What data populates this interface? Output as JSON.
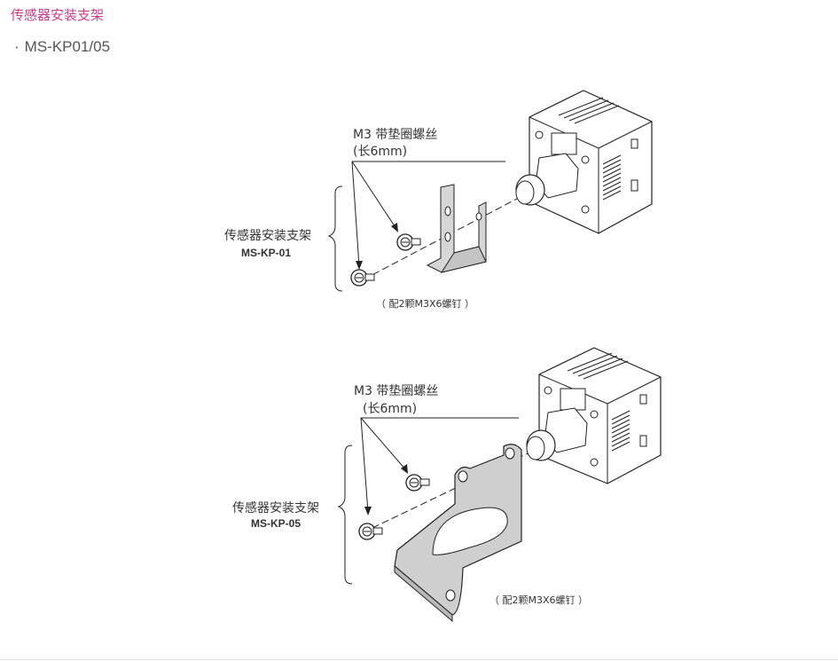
{
  "page": {
    "section_title": "传感器安装支架",
    "model_dot": "·",
    "model_line": "MS-KP01/05"
  },
  "diagrams": [
    {
      "screw_label_line1": "M3 带垫圈螺丝",
      "screw_label_line2": "(长6mm)",
      "bracket_label": "传感器安装支架",
      "bracket_model": "MS-KP-01",
      "screw_note": "（ 配2颗M3X6螺钉 ）"
    },
    {
      "screw_label_line1": "M3 带垫圈螺丝",
      "screw_label_line2": "(长6mm)",
      "bracket_label": "传感器安装支架",
      "bracket_model": "MS-KP-05",
      "screw_note": "（ 配2颗M3X6螺钉 ）"
    }
  ],
  "colors": {
    "title": "#c8418a",
    "bracket_fill": "#cfcfcf",
    "line": "#222222"
  }
}
